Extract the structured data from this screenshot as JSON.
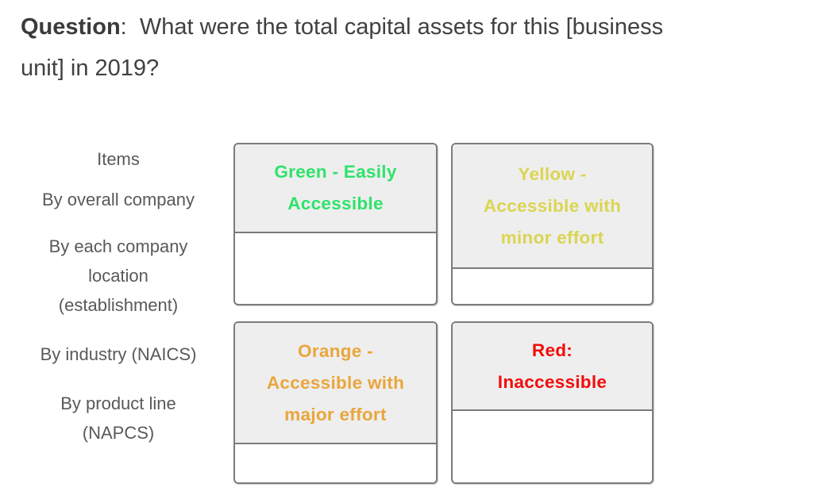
{
  "question": {
    "label": "Question",
    "rest": ":  What were the total capital assets for this [business\nunit] in 2019?"
  },
  "row_labels": {
    "header": "Items",
    "items": [
      "By overall company",
      "By each company\nlocation\n(establishment)",
      "By industry (NAICS)",
      "By product line\n(NAPCS)"
    ]
  },
  "accessibility_matrix": {
    "cells": [
      {
        "key": "green",
        "title": "Green - Easily\nAccessible",
        "text_color": "#2ee36b"
      },
      {
        "key": "yellow",
        "title": "Yellow -\nAccessible with\nminor effort",
        "text_color": "#dbd551"
      },
      {
        "key": "orange",
        "title": "Orange -\nAccessible with\nmajor effort",
        "text_color": "#e9a63b"
      },
      {
        "key": "red",
        "title": "Red:\nInaccessible",
        "text_color": "#f40c0c"
      }
    ]
  },
  "colors": {
    "question_text": "#414042",
    "label_text": "#58595b",
    "cell_header_bg": "#eeeeee",
    "cell_border": "#7b7b7b",
    "page_bg": "#ffffff"
  }
}
